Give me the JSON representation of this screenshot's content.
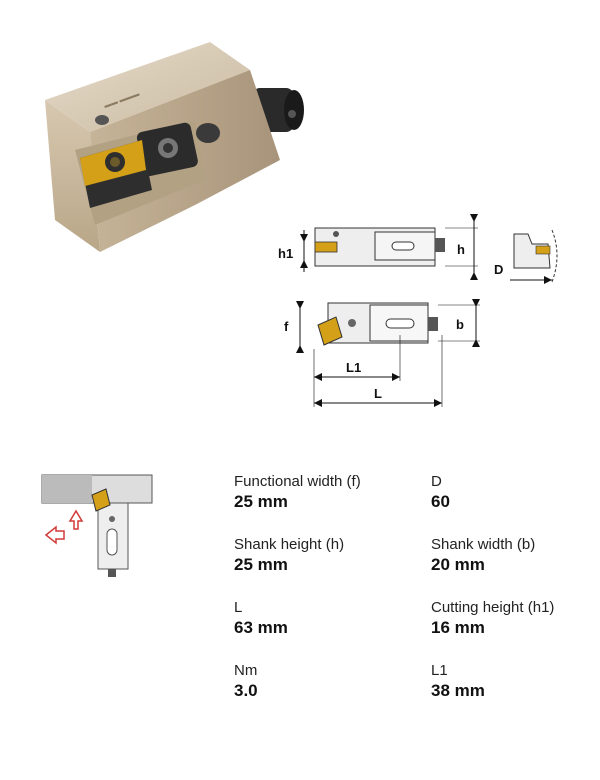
{
  "dimension_labels": {
    "h1": "h1",
    "h": "h",
    "D": "D",
    "f": "f",
    "b": "b",
    "L1": "L1",
    "L": "L"
  },
  "specs": [
    {
      "label": "Functional width (f)",
      "value": "25 mm"
    },
    {
      "label": "D",
      "value": "60"
    },
    {
      "label": "Shank height (h)",
      "value": "25 mm"
    },
    {
      "label": "Shank width (b)",
      "value": "20 mm"
    },
    {
      "label": "L",
      "value": "63 mm"
    },
    {
      "label": "Cutting height (h1)",
      "value": "16 mm"
    },
    {
      "label": "Nm",
      "value": "3.0"
    },
    {
      "label": "L1",
      "value": "38 mm"
    }
  ],
  "colors": {
    "body": "#cbbda6",
    "insert_gold": "#d4a017",
    "arrow_red": "#d23a3a"
  }
}
